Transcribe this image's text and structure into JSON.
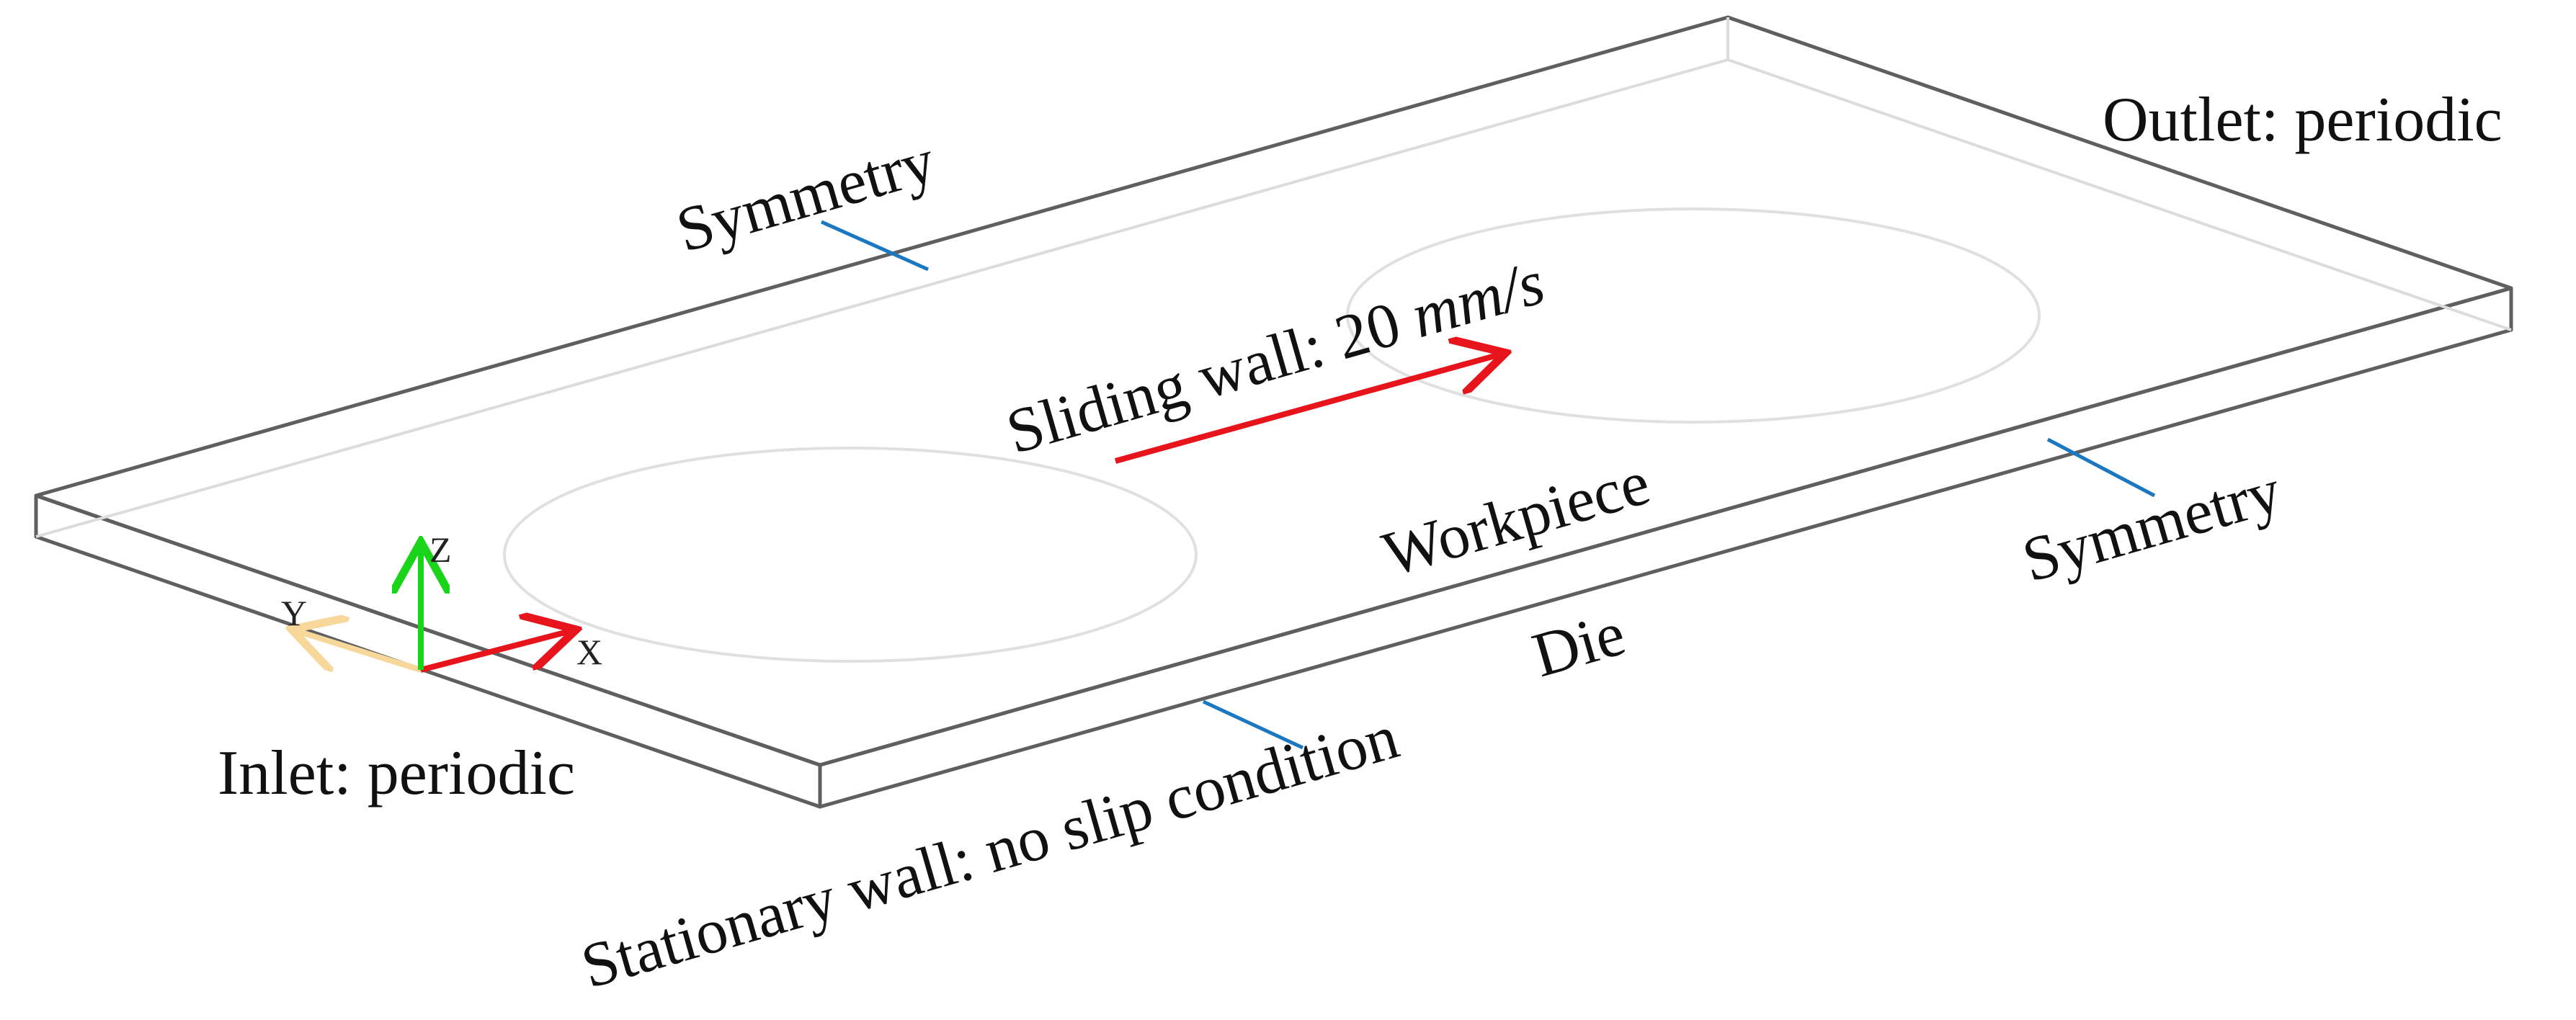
{
  "labels": {
    "symmetry_top": "Symmetry",
    "outlet": "Outlet: periodic",
    "sliding_wall_prefix": "Sliding wall: 20 ",
    "sliding_wall_unit": "mm/s",
    "workpiece": "Workpiece",
    "symmetry_right": "Symmetry",
    "die": "Die",
    "stationary_wall": "Stationary wall: no slip condition",
    "inlet": "Inlet: periodic"
  },
  "axes": {
    "x": "X",
    "y": "Y",
    "z": "Z"
  },
  "colors": {
    "sliding_arrow": "#e8141c",
    "x_axis": "#e8141c",
    "y_axis": "#f7d89a",
    "z_axis": "#19d419",
    "leader_lines": "#1a78c2",
    "edges": "#5f5f5f",
    "text": "#111111"
  }
}
